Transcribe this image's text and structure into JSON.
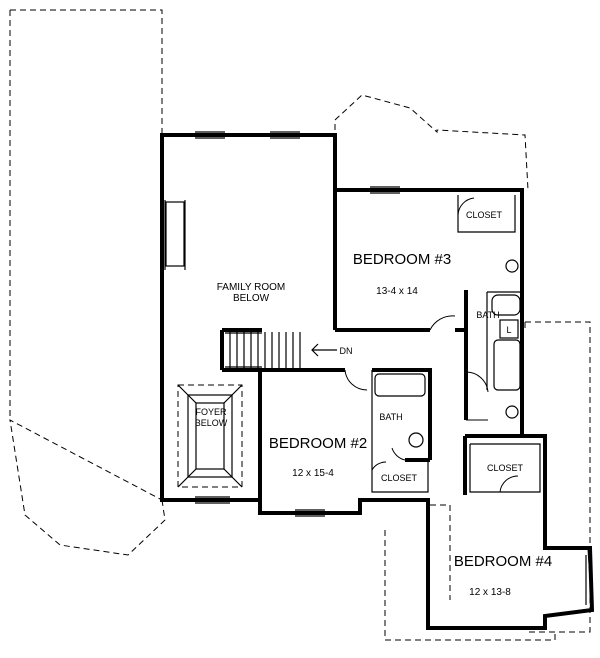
{
  "rooms": {
    "family_room": {
      "line1": "FAMILY ROOM",
      "line2": "BELOW"
    },
    "foyer": {
      "line1": "FOYER",
      "line2": "BELOW"
    },
    "bedroom3": {
      "name": "BEDROOM #3",
      "dims": "13-4 x 14"
    },
    "bedroom2": {
      "name": "BEDROOM #2",
      "dims": "12 x 15-4"
    },
    "bedroom4": {
      "name": "BEDROOM #4",
      "dims": "12 x 13-8"
    }
  },
  "labels": {
    "closet_b3": "CLOSET",
    "closet_b2": "CLOSET",
    "closet_b4": "CLOSET",
    "bath_upper": "BATH",
    "bath_lower": "BATH",
    "linen": "L",
    "stairs_down": "DN"
  }
}
